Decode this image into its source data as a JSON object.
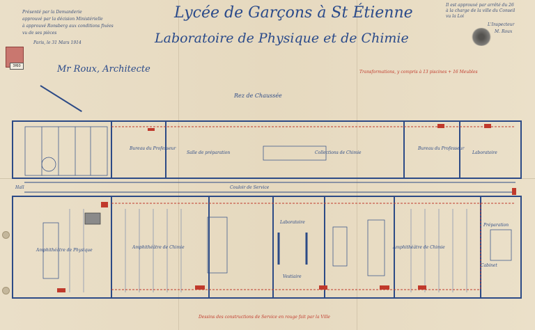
{
  "header": {
    "title": "Lycée de Garçons à St Étienne",
    "subtitle": "Laboratoire de Physique et de Chimie",
    "ground_floor": "Rez de Chaussée",
    "corridor": "Couloir de Service"
  },
  "left_notes": {
    "lines": [
      "Présenté par la Demanderie",
      "approuvé par la décision Ministérielle",
      "à approuvé Ronsberg aux conditions fixées",
      "vu de ses pièces"
    ],
    "date": "Paris, le 31 Mars 1914",
    "architect": "Mr Roux, Architecte"
  },
  "stamp": {
    "value": "3f60"
  },
  "right_notes": {
    "lines": [
      "Il est approuvé par arrêté du 26",
      "à la charge de la ville du Conseil",
      "vu la Loi",
      "L'Inspecteur",
      "M. Roux"
    ]
  },
  "red_notes": {
    "top": "Transformations, y compris à 13 piscines + 16 Meubles",
    "bottom": "Dessins des constructions de Service en rouge fait par la Ville"
  },
  "rooms_top": [
    "Bureau du Professeur",
    "Salle de préparation",
    "Collections de Chimie",
    "Bureau du Professeur",
    "Laboratoire"
  ],
  "rooms_bottom": [
    "Amphithéâtre de Physique",
    "Amphithéâtre de Chimie",
    "Laboratoire",
    "Amphithéâtre de Chimie",
    "Préparation",
    "Vestiaire",
    "Cabinet",
    "Hall"
  ],
  "colors": {
    "ink": "#2c4a86",
    "red": "#c0392b",
    "paper": "#e8dcc4"
  }
}
